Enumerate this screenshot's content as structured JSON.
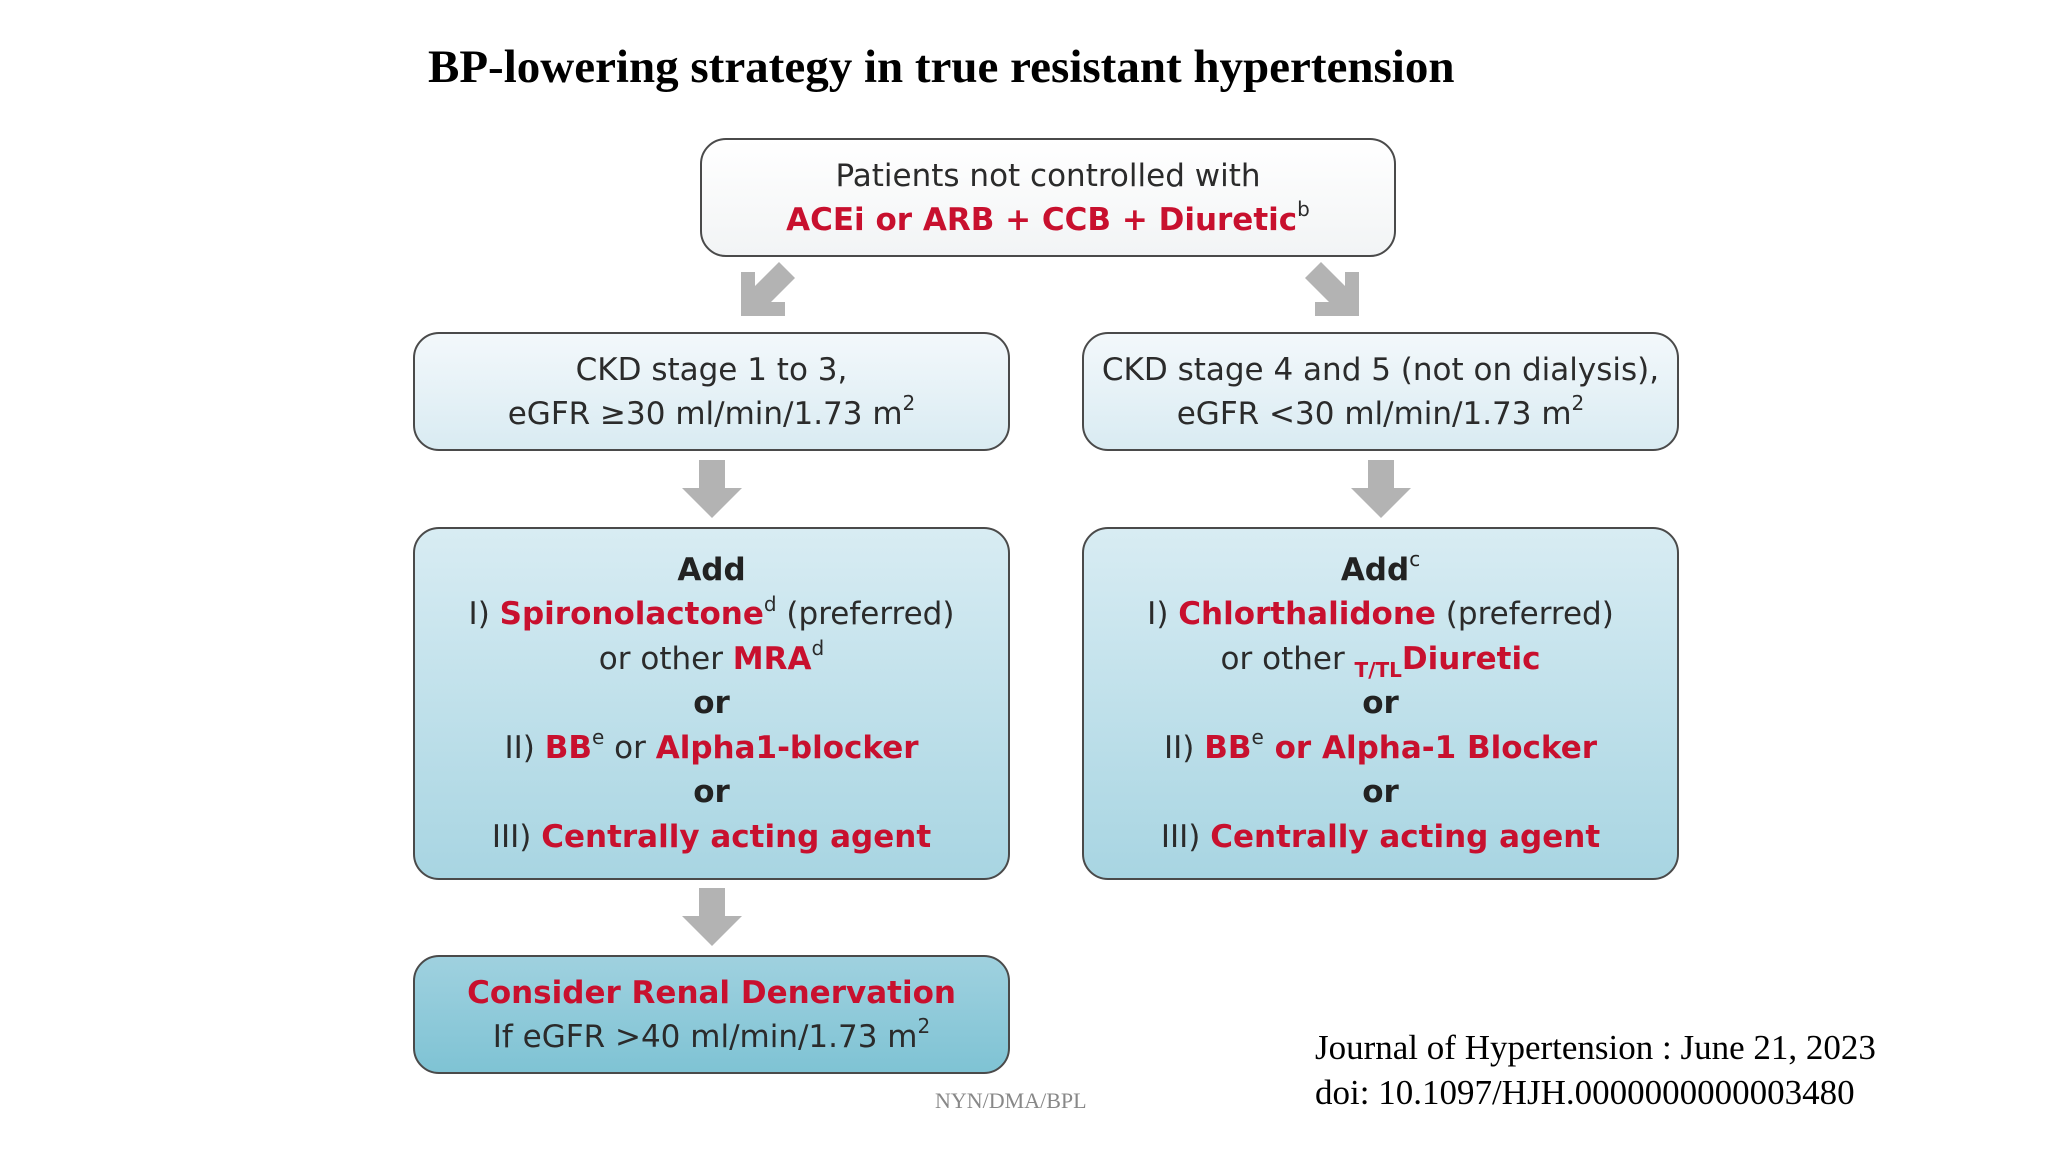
{
  "title": "BP-lowering strategy in true resistant hypertension",
  "top_box": {
    "line1": "Patients not controlled with",
    "line2": "ACEi or ARB + CCB + Diuretic",
    "line2_sup": "b"
  },
  "left_ckd": {
    "line1": "CKD stage 1 to 3,",
    "line2": "eGFR ≥30 ml/min/1.73 m",
    "line2_sup": "2"
  },
  "right_ckd": {
    "line1": "CKD stage 4 and 5 (not on dialysis),",
    "line2": "eGFR <30 ml/min/1.73 m",
    "line2_sup": "2"
  },
  "left_add": {
    "heading": "Add",
    "opt1_prefix": "I) ",
    "opt1_drug": "Spironolactone",
    "opt1_sup": "d",
    "opt1_suffix": " (preferred)",
    "opt1b_prefix": "or other ",
    "opt1b_drug": "MRA",
    "opt1b_sup": "d",
    "or1": "or",
    "opt2_prefix": "II) ",
    "opt2_drug": "BB",
    "opt2_sup": "e",
    "opt2_mid": " or ",
    "opt2_drug2": "Alpha1-blocker",
    "or2": "or",
    "opt3_prefix": "III) ",
    "opt3_drug": "Centrally acting agent"
  },
  "right_add": {
    "heading": "Add",
    "heading_sup": "c",
    "opt1_prefix": "I) ",
    "opt1_drug": "Chlorthalidone",
    "opt1_suffix": " (preferred)",
    "opt1b_prefix": "or other ",
    "opt1b_sub": "T/TL",
    "opt1b_drug": "Diuretic",
    "or1": "or",
    "opt2_prefix": "II) ",
    "opt2_drug": "BB",
    "opt2_sup": "e",
    "opt2_drug2": " or Alpha-1 Blocker",
    "or2": "or",
    "opt3_prefix": "III) ",
    "opt3_drug": "Centrally acting agent"
  },
  "renal_box": {
    "line1": "Consider Renal Denervation",
    "line2": "If eGFR >40 ml/min/1.73 m",
    "line2_sup": "2"
  },
  "footer_mark": "NYN/DMA/BPL",
  "citation": {
    "line1": "Journal of Hypertension :  June 21, 2023",
    "line2": "doi: 10.1097/HJH.0000000000003480"
  },
  "colors": {
    "accent_red": "#c8102e",
    "arrow_gray": "#b3b3b3",
    "box_blue": "#a8d5e2"
  }
}
